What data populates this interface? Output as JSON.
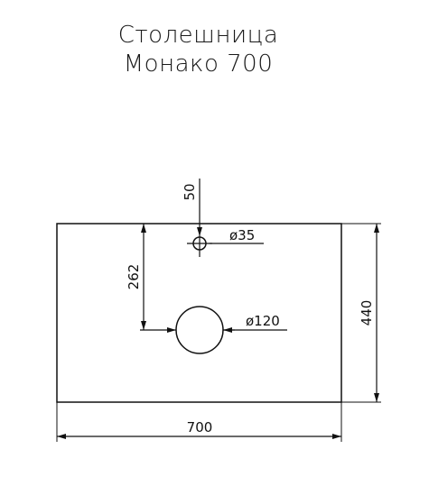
{
  "title": {
    "line1": "Столешница",
    "line2": "Монако 700"
  },
  "dimensions": {
    "width": "700",
    "height": "440",
    "hole_offset_top": "50",
    "hole_distance": "262",
    "small_hole_diameter": "ø35",
    "large_hole_diameter": "ø120"
  },
  "colors": {
    "line": "#111111",
    "background": "#ffffff"
  }
}
